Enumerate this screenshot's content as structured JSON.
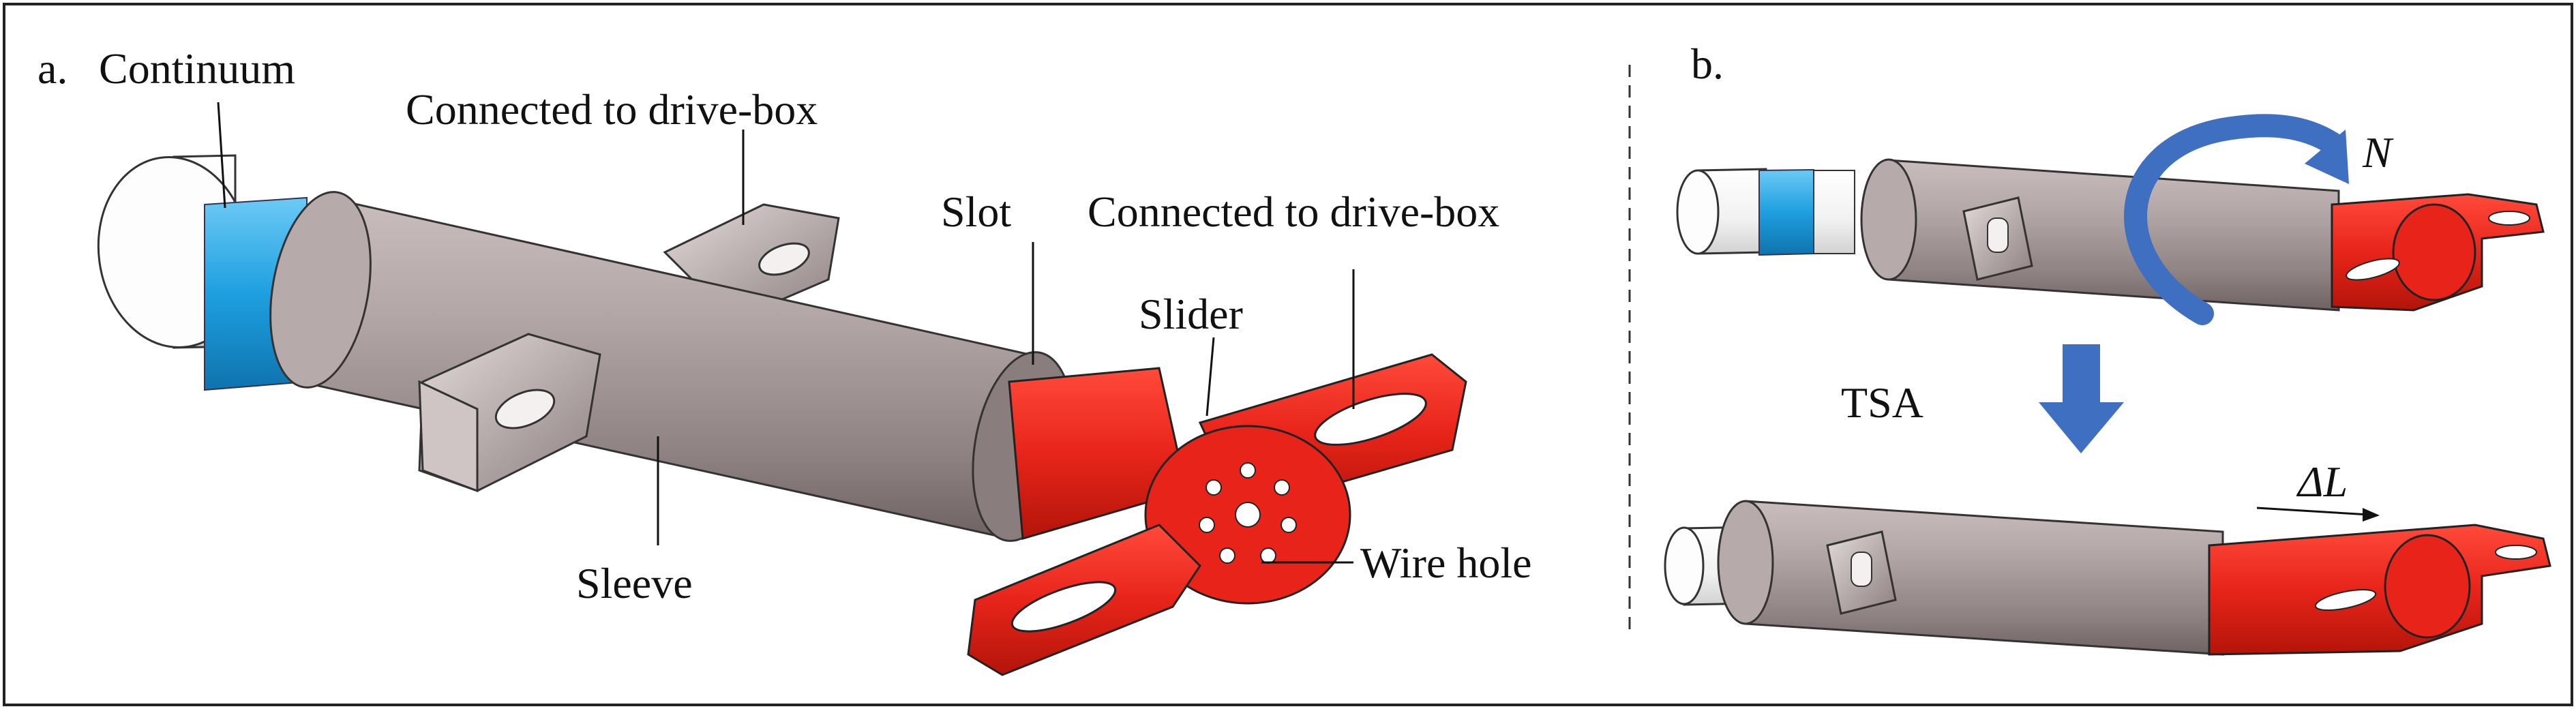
{
  "panel_a": {
    "label": "a.",
    "labels": {
      "continuum": "Continuum",
      "connected_top": "Connected to drive-box",
      "slot": "Slot",
      "connected_right": "Connected to drive-box",
      "slider": "Slider",
      "sleeve": "Sleeve",
      "wire_hole": "Wire hole"
    }
  },
  "panel_b": {
    "label": "b.",
    "rotation_label": "N",
    "transition_label": "TSA",
    "displacement_label": "ΔL"
  },
  "colors": {
    "continuum_blue": "#1e9fe0",
    "sleeve_gray": "#a89b9b",
    "slider_red": "#e8241a",
    "arrow_blue": "#3f6fc0",
    "tube_white": "#f4f4f4"
  }
}
